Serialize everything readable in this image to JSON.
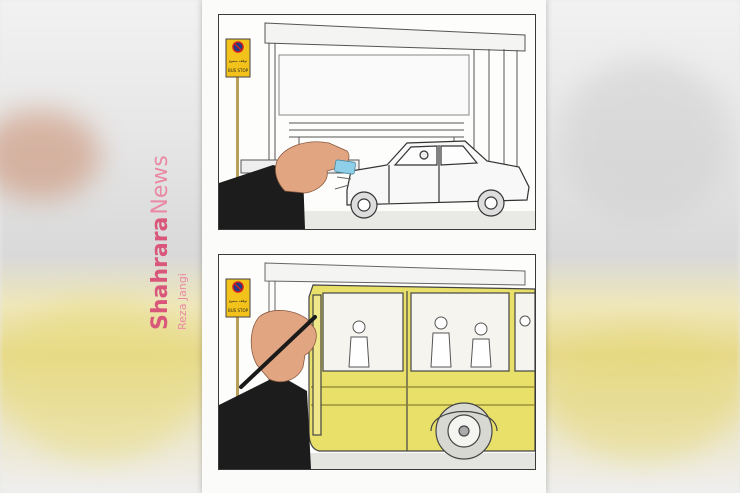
{
  "image": {
    "description_free": true
  },
  "panels": [
    {
      "sign_text_top": "توقف ممنوع",
      "sign_text_bottom": "BUS STOP"
    },
    {
      "sign_text_top": "توقف ممنوع",
      "sign_text_bottom": "BUS STOP"
    }
  ],
  "watermark": {
    "brand_part1": "Shahrara",
    "brand_part2": "News",
    "credit": "Reza Jangi"
  },
  "colors": {
    "bus_yellow": "#e9e06a",
    "sign_yellow": "#f3c31b",
    "watermark_pink": "#d9577a",
    "sleeve": "#1c1c1c",
    "eraser_blue": "#8fd0e8"
  },
  "icons": [
    "pencil-icon",
    "eraser-icon"
  ]
}
